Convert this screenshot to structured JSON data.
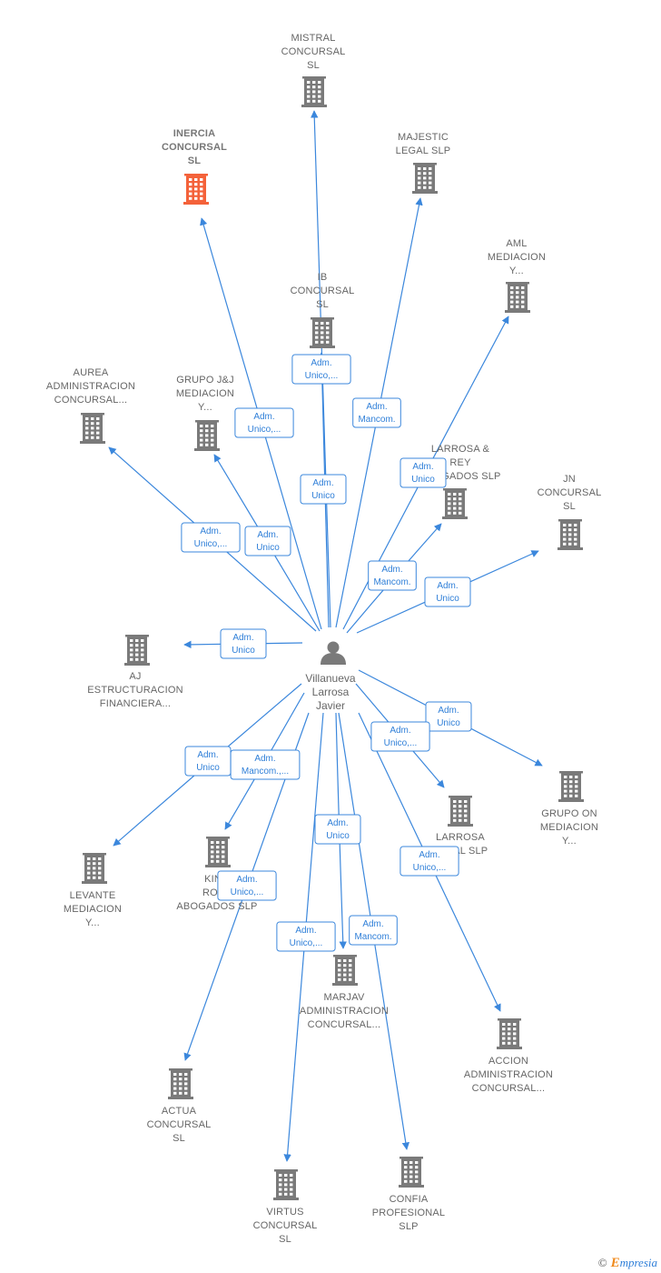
{
  "center": {
    "lines": [
      "Villanueva",
      "Larrosa",
      "Javier"
    ]
  },
  "colors": {
    "edge": "#3b87dc",
    "building": "#7a7a7a",
    "highlight": "#f4623a",
    "brand_e": "#f08a1c"
  },
  "nodes": [
    {
      "id": "mistral",
      "lines": [
        "MISTRAL",
        "CONCURSAL",
        "SL"
      ],
      "highlight": false
    },
    {
      "id": "inercia",
      "lines": [
        "INERCIA",
        "CONCURSAL",
        "SL"
      ],
      "highlight": true
    },
    {
      "id": "majestic",
      "lines": [
        "MAJESTIC",
        "LEGAL  SLP"
      ],
      "highlight": false
    },
    {
      "id": "aml",
      "lines": [
        "AML",
        "MEDIACION",
        "Y..."
      ],
      "highlight": false
    },
    {
      "id": "ib",
      "lines": [
        "IB",
        "CONCURSAL",
        "SL"
      ],
      "highlight": false
    },
    {
      "id": "aurea",
      "lines": [
        "AUREA",
        "ADMINISTRACION",
        "CONCURSAL..."
      ],
      "highlight": false
    },
    {
      "id": "grupojj",
      "lines": [
        "GRUPO J&J",
        "MEDIACION",
        "Y..."
      ],
      "highlight": false
    },
    {
      "id": "larrosarey",
      "lines": [
        "LARROSA &",
        "REY",
        "ABOGADOS  SLP"
      ],
      "highlight": false
    },
    {
      "id": "jn",
      "lines": [
        "JN",
        "CONCURSAL",
        "SL"
      ],
      "highlight": false
    },
    {
      "id": "aj",
      "lines": [
        "AJ",
        "ESTRUCTURACION",
        "FINANCIERA..."
      ],
      "highlight": false
    },
    {
      "id": "grupoon",
      "lines": [
        "GRUPO ON",
        "MEDIACION",
        "Y..."
      ],
      "highlight": false
    },
    {
      "id": "larrosa",
      "lines": [
        "LARROSA",
        "LEGAL  SLP"
      ],
      "highlight": false
    },
    {
      "id": "levante",
      "lines": [
        "LEVANTE",
        "MEDIACION",
        "Y..."
      ],
      "highlight": false
    },
    {
      "id": "king",
      "lines": [
        "KING",
        "ROSS",
        "ABOGADOS  SLP"
      ],
      "highlight": false
    },
    {
      "id": "marjav",
      "lines": [
        "MARJAV",
        "ADMINISTRACION",
        "CONCURSAL..."
      ],
      "highlight": false
    },
    {
      "id": "accion",
      "lines": [
        "ACCION",
        "ADMINISTRACION",
        "CONCURSAL..."
      ],
      "highlight": false
    },
    {
      "id": "actua",
      "lines": [
        "ACTUA",
        "CONCURSAL",
        "SL"
      ],
      "highlight": false
    },
    {
      "id": "virtus",
      "lines": [
        "VIRTUS",
        "CONCURSAL",
        "SL"
      ],
      "highlight": false
    },
    {
      "id": "confia",
      "lines": [
        "CONFIA",
        "PROFESIONAL",
        "SLP"
      ],
      "highlight": false
    }
  ],
  "edges": [
    {
      "target": "mistral",
      "lines": [
        "Adm.",
        "Unico"
      ]
    },
    {
      "target": "inercia",
      "lines": [
        "Adm.",
        "Unico,..."
      ]
    },
    {
      "target": "majestic",
      "lines": [
        "Adm.",
        "Mancom."
      ]
    },
    {
      "target": "aml",
      "lines": [
        "Adm.",
        "Unico"
      ]
    },
    {
      "target": "ib",
      "lines": [
        "Adm.",
        "Unico,..."
      ]
    },
    {
      "target": "aurea",
      "lines": [
        "Adm.",
        "Unico,..."
      ]
    },
    {
      "target": "grupojj",
      "lines": [
        "Adm.",
        "Unico"
      ]
    },
    {
      "target": "larrosarey",
      "lines": [
        "Adm.",
        "Mancom."
      ]
    },
    {
      "target": "jn",
      "lines": [
        "Adm.",
        "Unico"
      ]
    },
    {
      "target": "aj",
      "lines": [
        "Adm.",
        "Unico"
      ]
    },
    {
      "target": "grupoon",
      "lines": [
        "Adm.",
        "Unico"
      ]
    },
    {
      "target": "larrosa",
      "lines": [
        "Adm.",
        "Unico,..."
      ]
    },
    {
      "target": "levante",
      "lines": [
        "Adm.",
        "Unico"
      ]
    },
    {
      "target": "king",
      "lines": [
        "Adm.",
        "Mancom.,..."
      ]
    },
    {
      "target": "marjav",
      "lines": [
        "Adm.",
        "Unico"
      ]
    },
    {
      "target": "accion",
      "lines": [
        "Adm.",
        "Unico,..."
      ]
    },
    {
      "target": "actua",
      "lines": [
        "Adm.",
        "Unico,..."
      ]
    },
    {
      "target": "virtus",
      "lines": [
        "Adm.",
        "Unico,..."
      ]
    },
    {
      "target": "confia",
      "lines": [
        "Adm.",
        "Mancom."
      ]
    }
  ],
  "footer": {
    "copyright": "©",
    "brand_initial": "E",
    "brand_rest": "mpresia"
  }
}
